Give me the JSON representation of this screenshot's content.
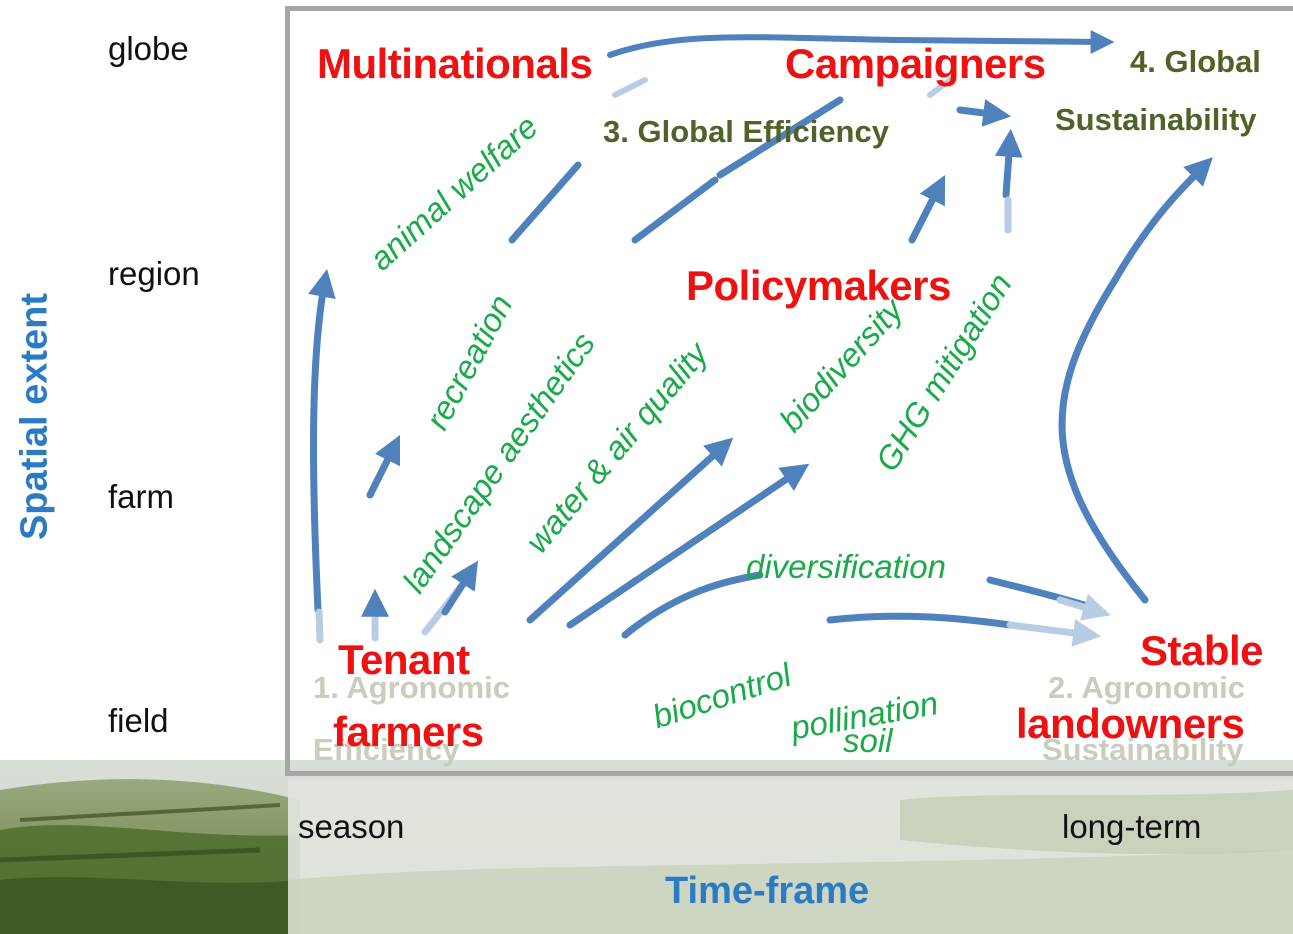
{
  "spatial_axis": {
    "title": "Spatial extent",
    "levels": [
      "globe",
      "region",
      "farm",
      "field"
    ]
  },
  "time_axis": {
    "title": "Time-frame",
    "start": "season",
    "end": "long-term"
  },
  "actors": {
    "multinationals": "Multinationals",
    "campaigners": "Campaigners",
    "policymakers": "Policymakers",
    "tenant_farmers_line1": "Tenant",
    "tenant_farmers_line2": "farmers",
    "stable_landowners_line1": "Stable",
    "stable_landowners_line2": "landowners"
  },
  "goals": {
    "global_sustainability_line1": "4. Global",
    "global_sustainability_line2": "Sustainability",
    "global_efficiency": "3. Global Efficiency",
    "agronomic_efficiency_line1": "1. Agronomic",
    "agronomic_efficiency_line2": "Efficiency",
    "agronomic_sustainability_line1": "2. Agronomic",
    "agronomic_sustainability_line2": "Sustainability"
  },
  "services": {
    "animal_welfare": "animal welfare",
    "recreation": "recreation",
    "landscape_aesthetics": "landscape aesthetics",
    "water_air_quality": "water & air quality",
    "biodiversity": "biodiversity",
    "ghg_mitigation": "GHG mitigation",
    "diversification": "diversification",
    "biocontrol": "biocontrol",
    "pollination": "pollination",
    "soil": "soil"
  },
  "colors": {
    "actor": "#ee1111",
    "goal": "#4f6228",
    "service": "#1aaa4a",
    "arrow": "#4f81bd",
    "axis_title": "#2a7bc4"
  }
}
